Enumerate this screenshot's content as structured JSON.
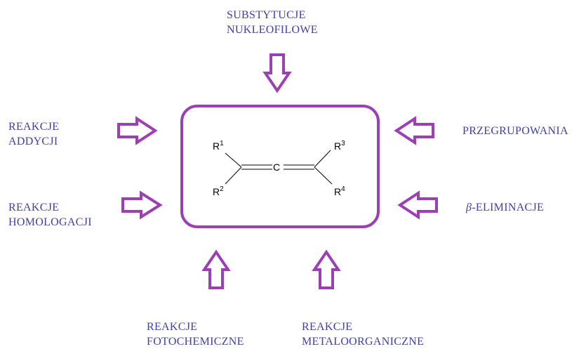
{
  "labels": {
    "top": [
      "SUBSTYTUCJE",
      "NUKLEOFILOWE"
    ],
    "left_upper": [
      "REAKCJE",
      "ADDYCJI"
    ],
    "left_lower": [
      "REAKCJE",
      "HOMOLOGACJI"
    ],
    "right_upper": "PRZEGRUPOWANIA",
    "right_lower_prefix": "β",
    "right_lower": "-ELIMINACJE",
    "bottom_left": [
      "REAKCJE",
      "FOTOCHEMICZNE"
    ],
    "bottom_right": [
      "REAKCJE",
      "METALOORGANICZNE"
    ]
  },
  "structure": {
    "center_atom": "C",
    "r1": "R",
    "r1_sup": "1",
    "r2": "R",
    "r2_sup": "2",
    "r3": "R",
    "r3_sup": "3",
    "r4": "R",
    "r4_sup": "4"
  },
  "colors": {
    "arrow": "#9b3fb3",
    "text": "#4040a0"
  }
}
